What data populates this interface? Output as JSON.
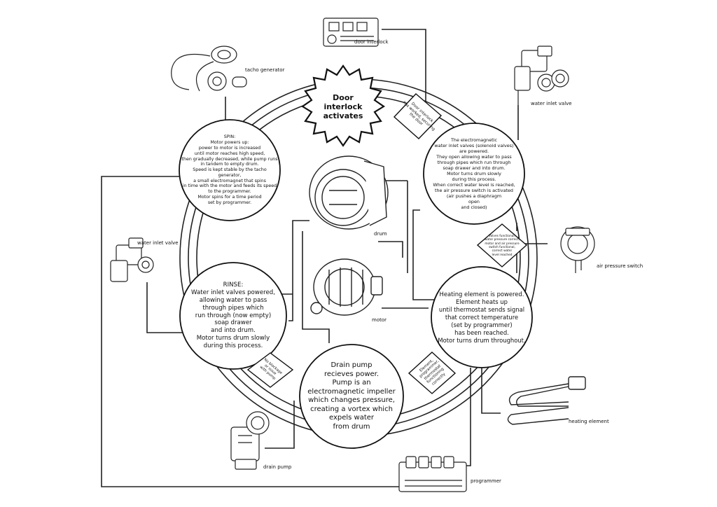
{
  "burst": {
    "text": "Door interlock\nactivates"
  },
  "steps": {
    "spin": "SPIN:\nMotor powers up:\npower to motor is increased\nuntil motor reaches high speed,\nthen gradually decreased, while pump runs\nin tandem to empty drum.\nSpeed is kept stable by the tacho generator,\na small electromagnet that spins\nin time with the motor and feeds its speed\nto the programmer.\nMotor spins for a time period\nset by programmer.",
    "fill": "The electromagnetic\nwater inlet valves (solenoid valves)\nare powered.\nThey open allowing water to pass\nthrough pipes which run through\nsoap drawer and into drum.\nMotor turns drum slowly\nduring this process.\nWhen correct water level is reached,\nthe air pressure switch is activated\n(air pushes a diaphragm\nopen\nand closed)",
    "heat": "Heating element is powered.\nElement heats up\nuntil thermostat sends signal\nthat correct temperature\n(set by programmer)\nhas been reached.\nMotor turns drum throughout.",
    "drain": "Drain pump\nrecieves power.\nPump is an\nelectromagnetic impeller\nwhich changes pressure,\ncreating a vortex which\nexpels water\nfrom drum",
    "rinse": "RINSE:\nWater inlet valves powered,\nallowing water to pass\nthrough pipes which\nrun through (now empty)\nsoap drawer\nand into drum.\nMotor turns drum slowly\nduring this process."
  },
  "conditions": {
    "door": "Door interlock\nhas worked, securing\nthe door",
    "valves": "Valves functional,\nwater pressure correct,\nmotor and air pressure\nswitch functional,\ncorrect water\nlevel reached",
    "element": "Element,\nprogrammer,\nthermostat\nfunctioning\ncorrectly",
    "blockage": "No blockage\nor issue\nwith pump"
  },
  "components": {
    "door_interlock": "door interlock",
    "water_inlet_valve_right": "water inlet valve",
    "air_pressure_switch": "air pressure switch",
    "heating_element": "heating element",
    "programmer": "programmer",
    "drain_pump": "drain pump",
    "water_inlet_valve_left": "water inlet valve",
    "tacho_generator": "tacho generator",
    "drum": "drum",
    "motor": "motor"
  }
}
